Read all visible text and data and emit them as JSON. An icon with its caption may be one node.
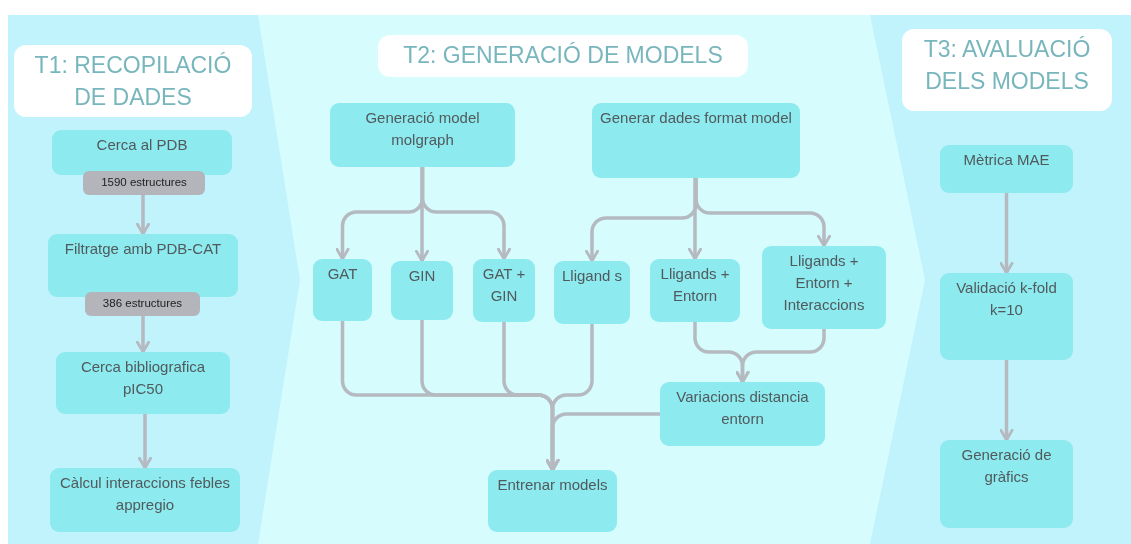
{
  "diagram": {
    "nodes": [
      {
        "text": [
          "T1: RECOPILACIÓ DE DADES"
        ]
      },
      {
        "text": [
          "Cerca al PDB"
        ],
        "in": 0
      },
      {
        "text": [
          "1590 estructures"
        ],
        "in": 0
      },
      {
        "text": [
          "Filtratge amb PDB-CAT"
        ],
        "in": 0
      },
      {
        "text": [
          "386 estructures"
        ],
        "in": 0
      },
      {
        "text": [
          "Cerca bibliografica pIC50"
        ],
        "in": 0
      },
      {
        "text": [
          "Càlcul interaccions febles appregio"
        ],
        "in": 0
      },
      {
        "text": [
          "T2: GENERACIÓ DE MODELS"
        ]
      },
      {
        "text": [
          "Generació model molgraph"
        ],
        "in": 7
      },
      {
        "text": [
          "Generar dades format model"
        ],
        "in": 7
      },
      {
        "text": [
          "GAT"
        ],
        "in": 7
      },
      {
        "text": [
          "GIN"
        ],
        "in": 7
      },
      {
        "text": [
          "GAT + GIN"
        ],
        "in": 7
      },
      {
        "text": [
          "Lligand s"
        ],
        "in": 7
      },
      {
        "text": [
          "Lligands + Entorn"
        ],
        "in": 7
      },
      {
        "text": [
          "Lligands + Entorn + Interaccions"
        ],
        "in": 7
      },
      {
        "text": [
          "Variacions distancia entorn"
        ],
        "in": 7
      },
      {
        "text": [
          "Entrenar models"
        ],
        "in": 7
      },
      {
        "text": [
          "T3: AVALUACIÓ DELS MODELS"
        ]
      },
      {
        "text": [
          "Mètrica MAE"
        ],
        "in": 18
      },
      {
        "text": [
          "Validació k-fold k=10"
        ],
        "in": 18
      },
      {
        "text": [
          "Generació de gràfics"
        ],
        "in": 18
      }
    ],
    "edges": [
      {
        "from": 2,
        "to": 3,
        "arrow": "to"
      },
      {
        "from": 4,
        "to": 5,
        "arrow": "to"
      },
      {
        "from": 5,
        "to": 6,
        "arrow": "to"
      },
      {
        "from": 8,
        "to": 10,
        "arrow": "to"
      },
      {
        "from": 8,
        "to": 11,
        "arrow": "to"
      },
      {
        "from": 8,
        "to": 12,
        "arrow": "to"
      },
      {
        "from": 9,
        "to": 13,
        "arrow": "to"
      },
      {
        "from": 9,
        "to": 14,
        "arrow": "to"
      },
      {
        "from": 9,
        "to": 15,
        "arrow": "to"
      },
      {
        "from": 14,
        "to": 16,
        "arrow": "to"
      },
      {
        "from": 15,
        "to": 16,
        "arrow": "to"
      },
      {
        "from": 10,
        "to": 17,
        "arrow": "to"
      },
      {
        "from": 11,
        "to": 17,
        "arrow": "to"
      },
      {
        "from": 12,
        "to": 17,
        "arrow": "to"
      },
      {
        "from": 13,
        "to": 17,
        "arrow": "to"
      },
      {
        "from": 16,
        "to": 17,
        "arrow": "to"
      },
      {
        "from": 19,
        "to": 20,
        "arrow": "to"
      },
      {
        "from": 20,
        "to": 21,
        "arrow": "to"
      }
    ]
  }
}
